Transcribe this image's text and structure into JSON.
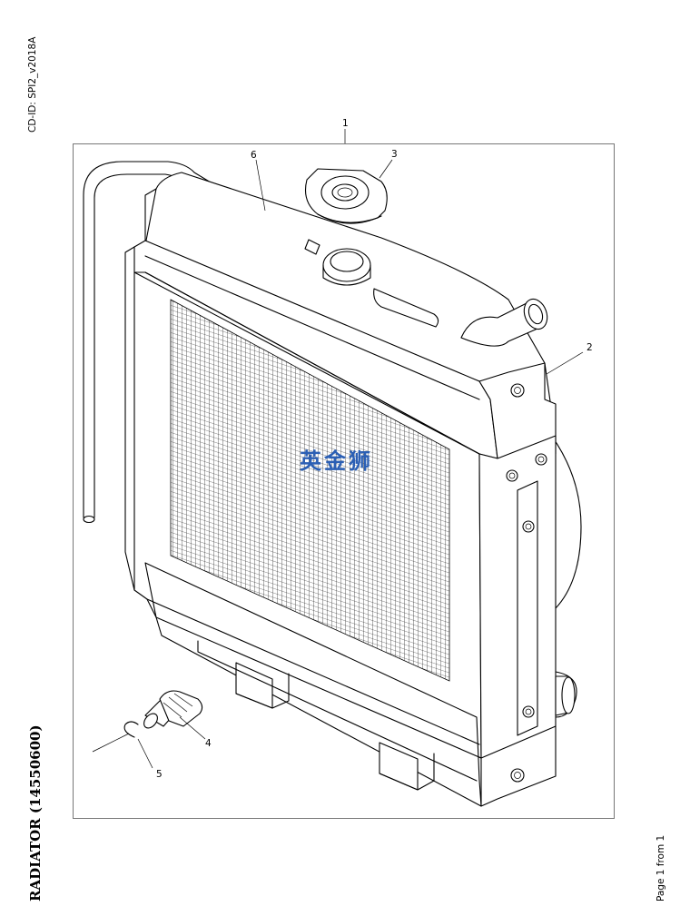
{
  "header": {
    "cd_id": "CD-ID: SPI2_v2018A"
  },
  "title": "RADIATOR (14550600)",
  "footer": {
    "page": "Page 1 from 1"
  },
  "watermark": "英金狮",
  "callouts": {
    "c1": "1",
    "c2": "2",
    "c3": "3",
    "c4": "4",
    "c5": "5",
    "c6": "6"
  }
}
